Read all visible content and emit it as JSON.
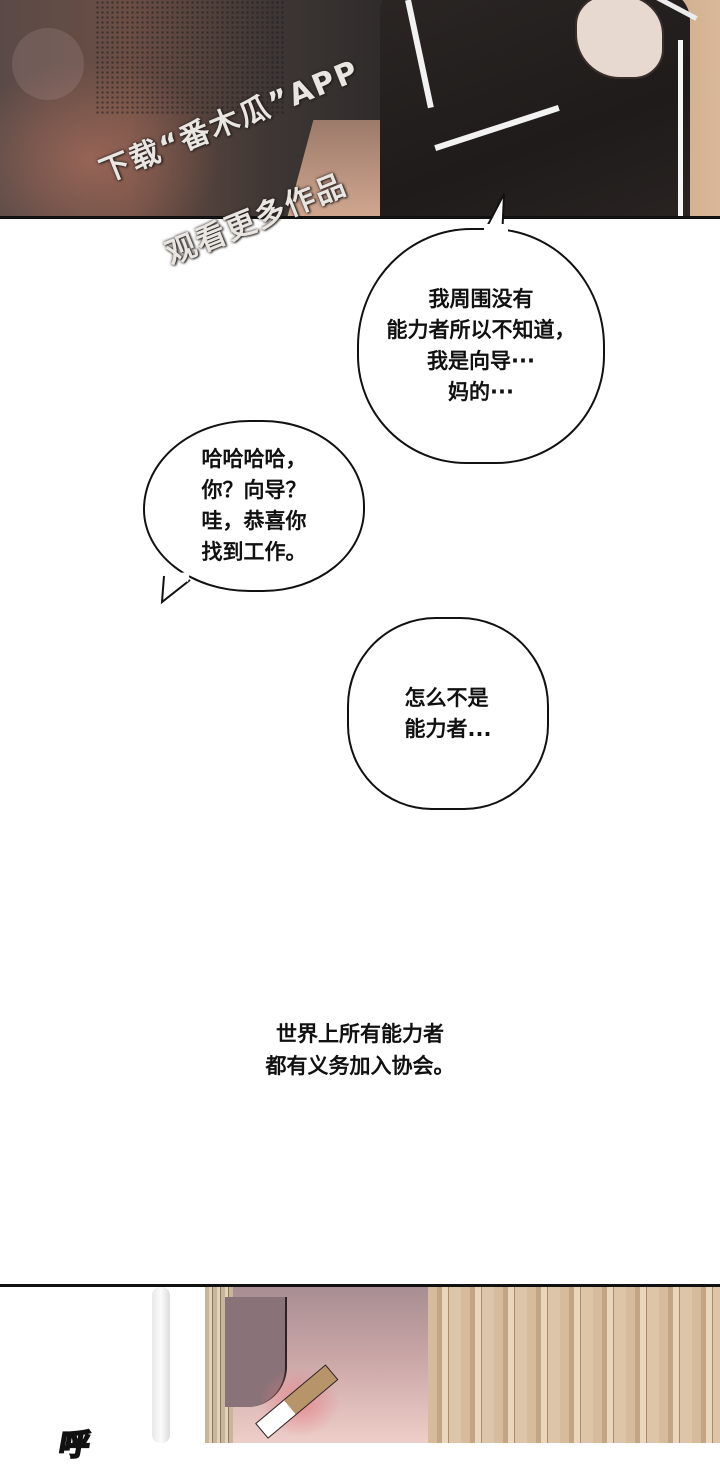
{
  "panels": {
    "top": {
      "description": "dark coat figure holding cigarette",
      "watermark": {
        "line1": "下载“番木瓜”APP",
        "line2": "观看更多作品"
      }
    },
    "bottom": {
      "description": "close-up of face smoking cigarette",
      "sfx": "呼"
    }
  },
  "bubbles": [
    {
      "lines": [
        "我周围没有",
        "能力者所以不知道，",
        "我是向导···",
        "妈的···"
      ],
      "tail": "up"
    },
    {
      "lines": [
        "哈哈哈哈，",
        "你？向导？",
        "哇，恭喜你",
        "找到工作。"
      ],
      "tail": "bottom-left"
    },
    {
      "lines": [
        "怎么不是",
        "能力者..."
      ],
      "tail": "none"
    }
  ],
  "narration": {
    "lines": [
      "世界上所有能力者",
      "都有义务加入协会。"
    ]
  },
  "colors": {
    "background": "#ffffff",
    "ink": "#111111",
    "panel_border": "#111111",
    "hair": "#d6bc9c",
    "coat": "#2b2624"
  }
}
